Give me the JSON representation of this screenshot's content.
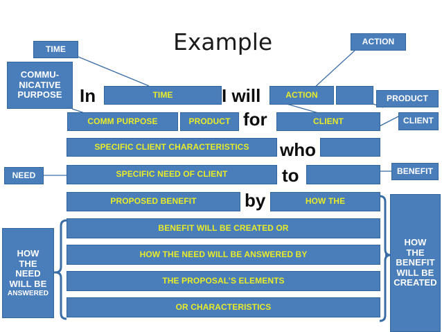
{
  "title": "Example",
  "colors": {
    "box_fill": "#4a7ebb",
    "box_border": "#31659c",
    "slot_text": "#e8ec28",
    "label_text": "#ffffff",
    "connector": "#3a6da6",
    "word_text": "#0d0d0d",
    "background": "#ffffff"
  },
  "outer_labels": {
    "time": "TIME",
    "communicative_purpose_line1": "COMMU-",
    "communicative_purpose_line2": "NICATIVE",
    "communicative_purpose_line3": "PURPOSE",
    "action": "ACTION",
    "product": "PRODUCT",
    "client": "CLIENT",
    "need": "NEED",
    "benefit": "BENEFIT",
    "how_need_answered_line1": "HOW",
    "how_need_answered_line2": "THE",
    "how_need_answered_line3": "NEED",
    "how_need_answered_line4": "WILL BE",
    "how_need_answered_line5": "ANSWERED",
    "how_benefit_created_line1": "HOW",
    "how_benefit_created_line2": "THE",
    "how_benefit_created_line3": "BENEFIT",
    "how_benefit_created_line4": "WILL BE",
    "how_benefit_created_line5": "CREATED"
  },
  "connector_words": {
    "in": "In",
    "i_will": "I will",
    "for": "for",
    "who": "who",
    "to": "to",
    "by": "by"
  },
  "slots": {
    "time": "TIME",
    "action": "ACTION",
    "blank_after_action": "",
    "comm_purpose": "COMM PURPOSE",
    "product": "PRODUCT",
    "client": "CLIENT",
    "specific_client_characteristics": "SPECIFIC CLIENT CHARACTERISTICS",
    "blank_after_who": "",
    "specific_need_of_client": "SPECIFIC NEED OF CLIENT",
    "blank_after_to": "",
    "proposed_benefit": "PROPOSED BENEFIT",
    "how_the": "HOW THE",
    "benefit_will_be_created_or": "BENEFIT WILL BE CREATED OR",
    "how_the_need_will_be_answered_by": "HOW THE NEED WILL BE ANSWERED BY",
    "the_proposals_elements": "THE PROPOSAL’S ELEMENTS",
    "or_characteristics": "OR CHARACTERISTICS"
  }
}
